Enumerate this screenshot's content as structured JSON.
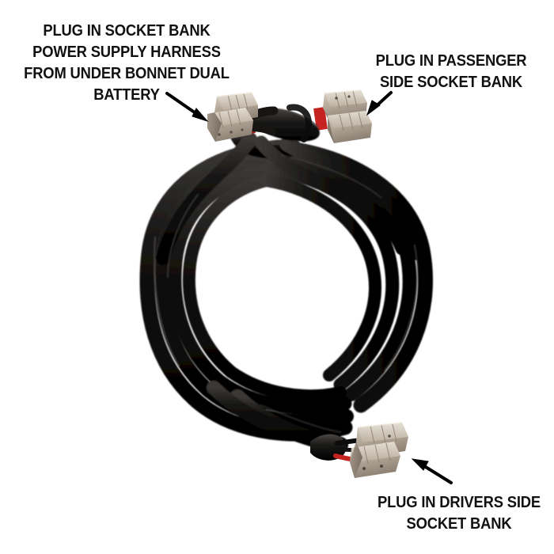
{
  "image": {
    "subject": "automotive anderson plug power supply harness",
    "background_color": "#ffffff",
    "cable_color": "#111111",
    "connector_color": "#b5a99a",
    "wire_positive_color": "#c4231f"
  },
  "callouts": [
    {
      "id": "bonnet",
      "name": "callout-socket-bank-power-supply",
      "lines": [
        "PLUG IN SOCKET BANK",
        "POWER SUPPLY HARNESS",
        "FROM UNDER BONNET DUAL",
        "BATTERY"
      ],
      "arrow": "arrow-down-right-icon"
    },
    {
      "id": "passenger",
      "name": "callout-passenger-side-socket-bank",
      "lines": [
        "PLUG IN PASSENGER",
        "SIDE SOCKET BANK"
      ],
      "arrow": "arrow-down-left-icon"
    },
    {
      "id": "drivers",
      "name": "callout-drivers-side-socket-bank",
      "lines": [
        "PLUG IN DRIVERS SIDE",
        "SOCKET BANK"
      ],
      "arrow": "arrow-up-left-icon"
    }
  ],
  "text": {
    "bonnet_l1": "PLUG IN SOCKET BANK",
    "bonnet_l2": "POWER SUPPLY HARNESS",
    "bonnet_l3": "FROM UNDER BONNET DUAL",
    "bonnet_l4": "BATTERY",
    "passenger_l1": "PLUG IN PASSENGER",
    "passenger_l2": "SIDE SOCKET BANK",
    "drivers_l1": "PLUG IN DRIVERS SIDE",
    "drivers_l2": "SOCKET BANK"
  }
}
